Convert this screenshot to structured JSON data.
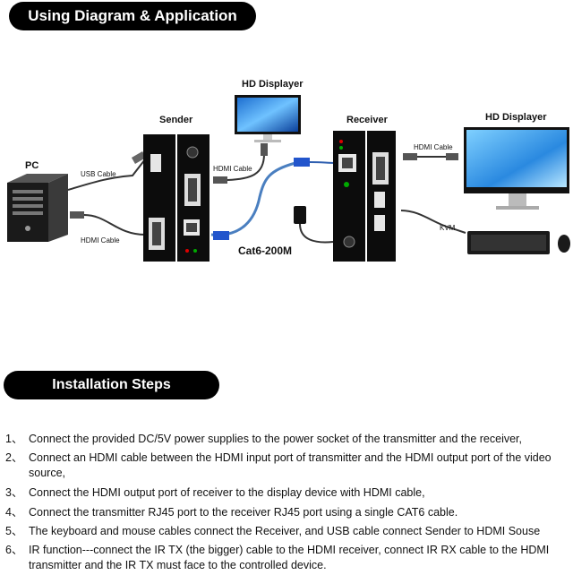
{
  "section_titles": {
    "diagram": "Using Diagram & Application",
    "install": "Installation Steps"
  },
  "labels": {
    "pc": "PC",
    "usb_cable": "USB Cable",
    "hdmi_cable_left": "HDMI Cable",
    "sender": "Sender",
    "hdmi_cable_mid": "HDMI Cable",
    "hd_displayer_top": "HD Displayer",
    "receiver": "Receiver",
    "hd_displayer_right": "HD Displayer",
    "hdmi_cable_right": "HDMI Cable",
    "kvm": "KVM",
    "cat6": "Cat6-200M"
  },
  "steps": [
    {
      "num": "1、",
      "text": "Connect the provided DC/5V power supplies to the power socket of the transmitter and the receiver,"
    },
    {
      "num": "2、",
      "text": "Connect an HDMI cable between the HDMI input port of transmitter and the HDMI output port of the video source,"
    },
    {
      "num": "3、",
      "text": "Connect the HDMI output port of receiver to the display device with HDMI cable,"
    },
    {
      "num": "4、",
      "text": "Connect the transmitter RJ45 port to the receiver RJ45 port using a single CAT6 cable."
    },
    {
      "num": "5、",
      "text": "The keyboard and mouse cables connect the Receiver, and USB cable connect Sender to HDMI Souse"
    },
    {
      "num": "6、",
      "text": "IR function---connect the IR TX (the bigger) cable to the HDMI receiver, connect IR RX cable to the HDMI transmitter and the IR TX must face to the controlled device."
    }
  ]
}
